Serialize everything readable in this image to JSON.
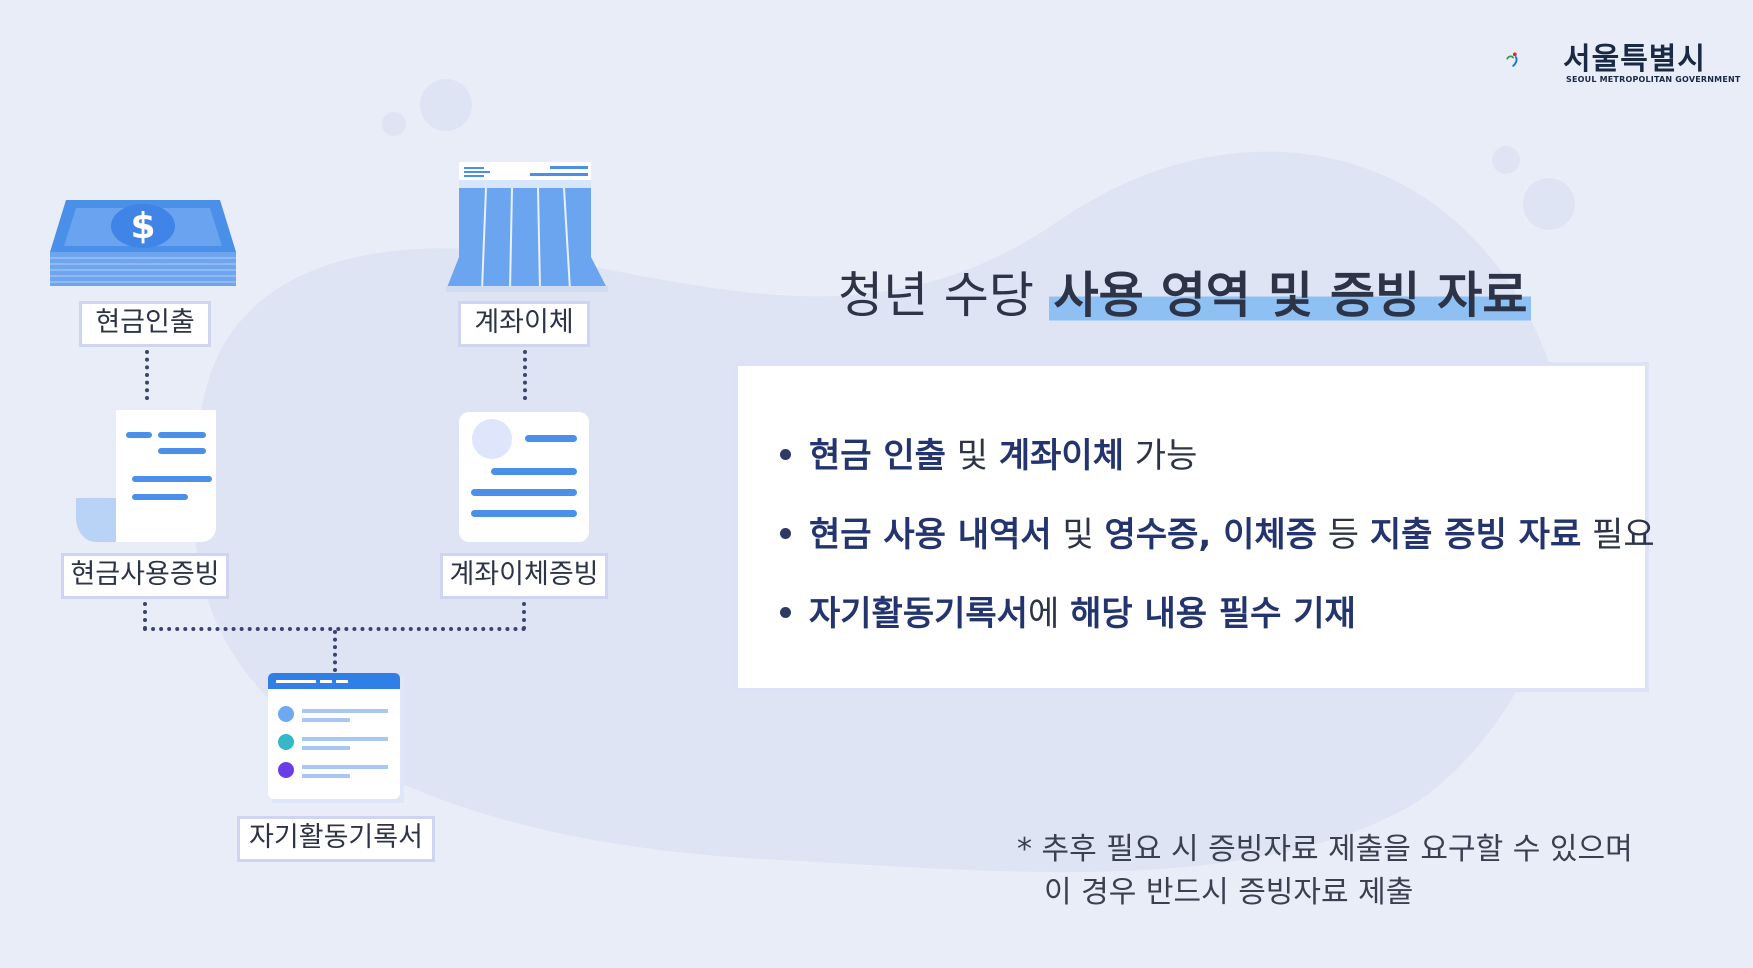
{
  "logo": {
    "name": "서울특별시",
    "sub": "SEOUL METROPOLITAN GOVERNMENT"
  },
  "icons": {
    "cash": "money-stack-icon",
    "bank": "bank-statement-icon",
    "receipt": "receipt-icon",
    "transfer_proof": "id-document-icon",
    "record": "activity-record-window-icon"
  },
  "diagram": {
    "cash_withdrawal": "현금인출",
    "account_transfer": "계좌이체",
    "cash_proof": "현금사용증빙",
    "transfer_proof": "계좌이체증빙",
    "activity_record": "자기활동기록서"
  },
  "title": {
    "plain": "청년 수당",
    "highlight": "사용 영역 및 증빙 자료"
  },
  "bullets": [
    {
      "parts": [
        {
          "t": "현금 인출",
          "b": true
        },
        {
          "t": " 및 ",
          "b": false
        },
        {
          "t": "계좌이체",
          "b": true
        },
        {
          "t": " 가능",
          "b": false
        }
      ]
    },
    {
      "parts": [
        {
          "t": "현금 사용 내역서",
          "b": true
        },
        {
          "t": " 및 ",
          "b": false
        },
        {
          "t": "영수증, 이체증",
          "b": true
        },
        {
          "t": " 등 ",
          "b": false
        },
        {
          "t": "지출 증빙 자료",
          "b": true
        },
        {
          "t": " 필요",
          "b": false
        }
      ]
    },
    {
      "parts": [
        {
          "t": "자기활동기록서",
          "b": true
        },
        {
          "t": "에 ",
          "b": false
        },
        {
          "t": "해당 내용 필수 기재",
          "b": true
        }
      ]
    }
  ],
  "note": {
    "line1": "* 추후 필요 시 증빙자료 제출을 요구할 수 있으며",
    "line2": "이 경우 반드시 증빙자료 제출"
  },
  "colors": {
    "background": "#e9edf8",
    "accent_blue": "#4a8fe8",
    "highlight": "#8ec0f4",
    "bold_text": "#23346e"
  }
}
